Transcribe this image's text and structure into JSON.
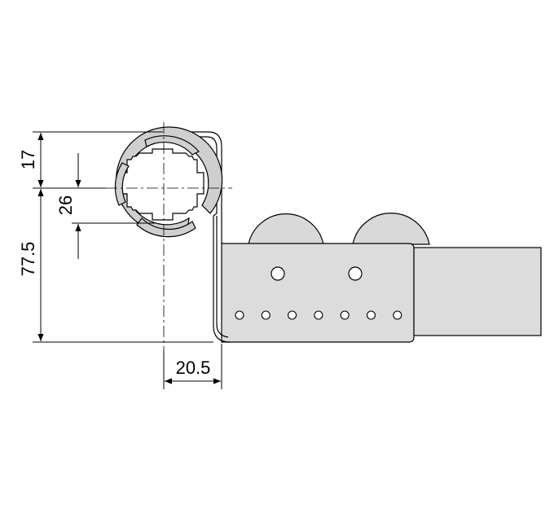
{
  "dimensions": {
    "d17": "17",
    "d26": "26",
    "d77_5": "77.5",
    "d20_5": "20.5"
  },
  "colors": {
    "body_fill": "#dcdcdc",
    "profile_fill": "#cfcfcf",
    "wheel_fill": "#d9d9d9",
    "line": "#000000"
  }
}
